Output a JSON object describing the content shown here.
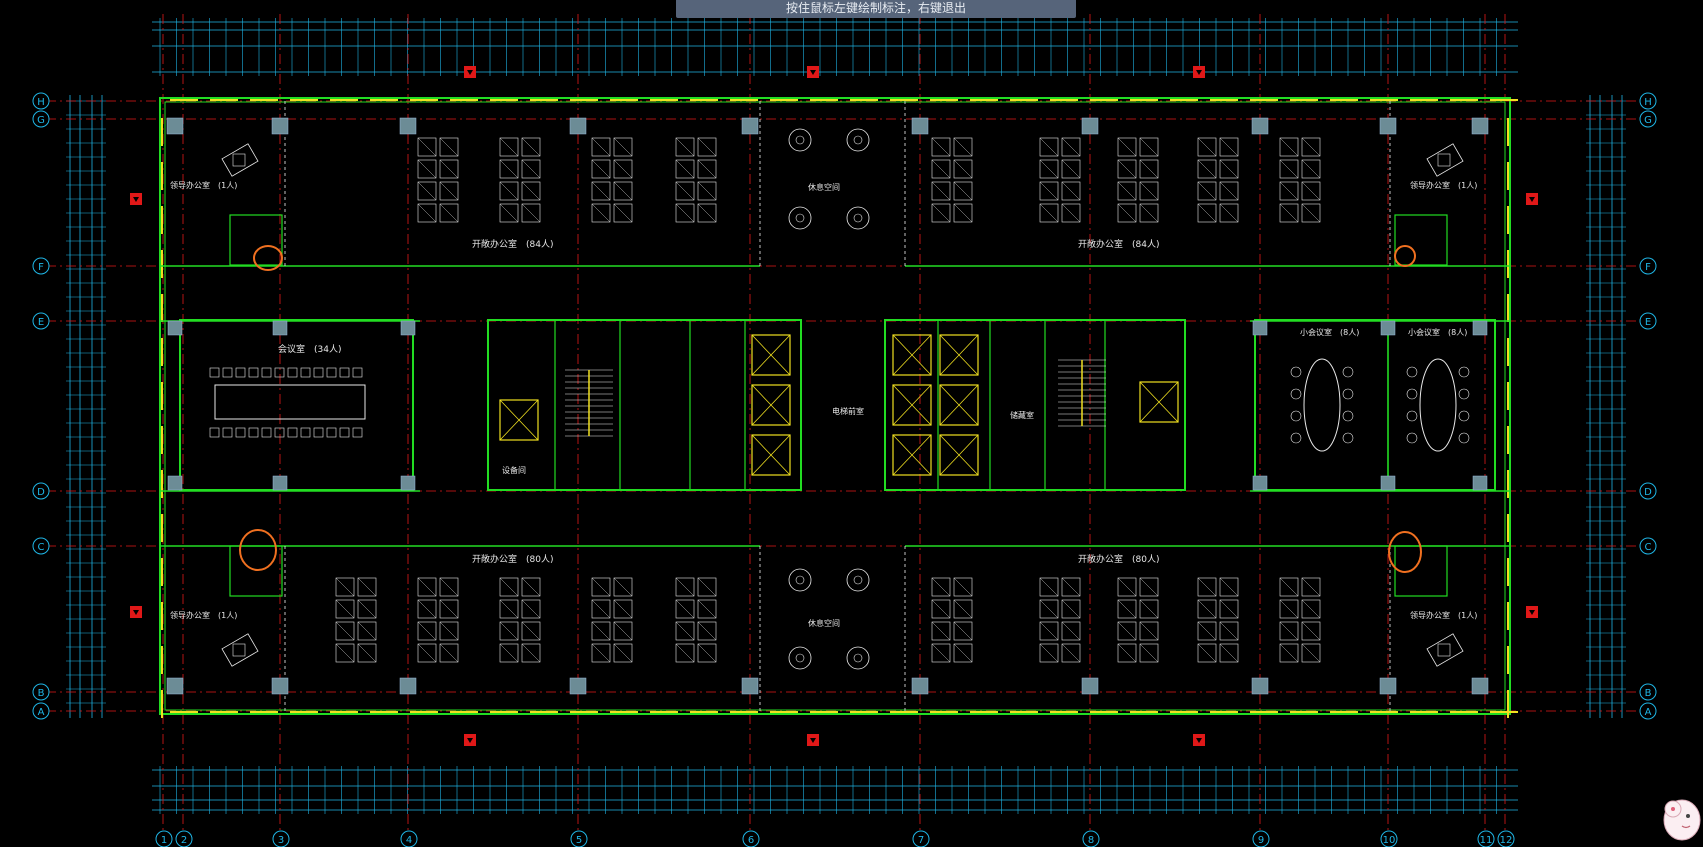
{
  "hint_text": "按住鼠标左键绘制标注，右键退出",
  "colors": {
    "background": "#000000",
    "wall": "#22dd22",
    "window": "#f0e020",
    "grid": "#e01818",
    "dim": "#1fb6e6",
    "furniture": "#e8e8e8",
    "column": "#6c8c96",
    "mark": "#f07020"
  },
  "grid_columns": [
    "1",
    "2",
    "3",
    "4",
    "5",
    "6",
    "7",
    "8",
    "9",
    "10",
    "11",
    "12"
  ],
  "grid_rows_left": [
    "H",
    "G",
    "F",
    "E",
    "D",
    "C",
    "B",
    "A"
  ],
  "grid_rows_right": [
    "H",
    "G",
    "F",
    "E",
    "D",
    "C",
    "B",
    "A"
  ],
  "room_labels": {
    "leader_office_tl": "领导办公室　(1人)",
    "leader_office_bl": "领导办公室　(1人)",
    "leader_office_tr": "领导办公室　(1人)",
    "leader_office_br": "领导办公室　(1人)",
    "open_office_tl": "开敞办公室　(84人)",
    "open_office_tr": "开敞办公室　(84人)",
    "open_office_bl": "开敞办公室　(80人)",
    "open_office_br": "开敞办公室　(80人)",
    "meeting_large": "会议室　(34人)",
    "meeting_small_1": "小会议室　(8人)",
    "meeting_small_2": "小会议室　(8人)",
    "lounge_top": "休息空间",
    "lounge_bottom": "休息空间",
    "storage": "储藏室",
    "lift_hall": "电梯前室",
    "equipment": "设备间"
  }
}
